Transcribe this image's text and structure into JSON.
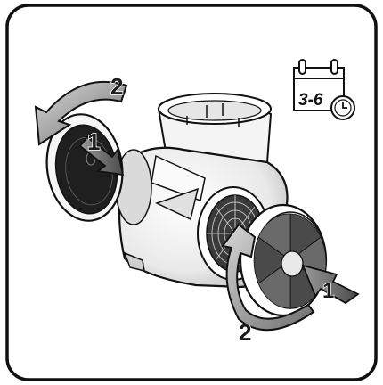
{
  "illustration": {
    "steps": {
      "left_push": "1",
      "left_rotate": "2",
      "right_push": "1",
      "right_rotate": "2"
    },
    "calendar": {
      "interval_text": "3-6"
    },
    "colors": {
      "outline": "#111111",
      "arrow_fill": "#8a8a8a",
      "body_fill": "#f2f2f2",
      "shade": "#c9c9c9",
      "filter_dark": "#2a2a2a"
    }
  }
}
